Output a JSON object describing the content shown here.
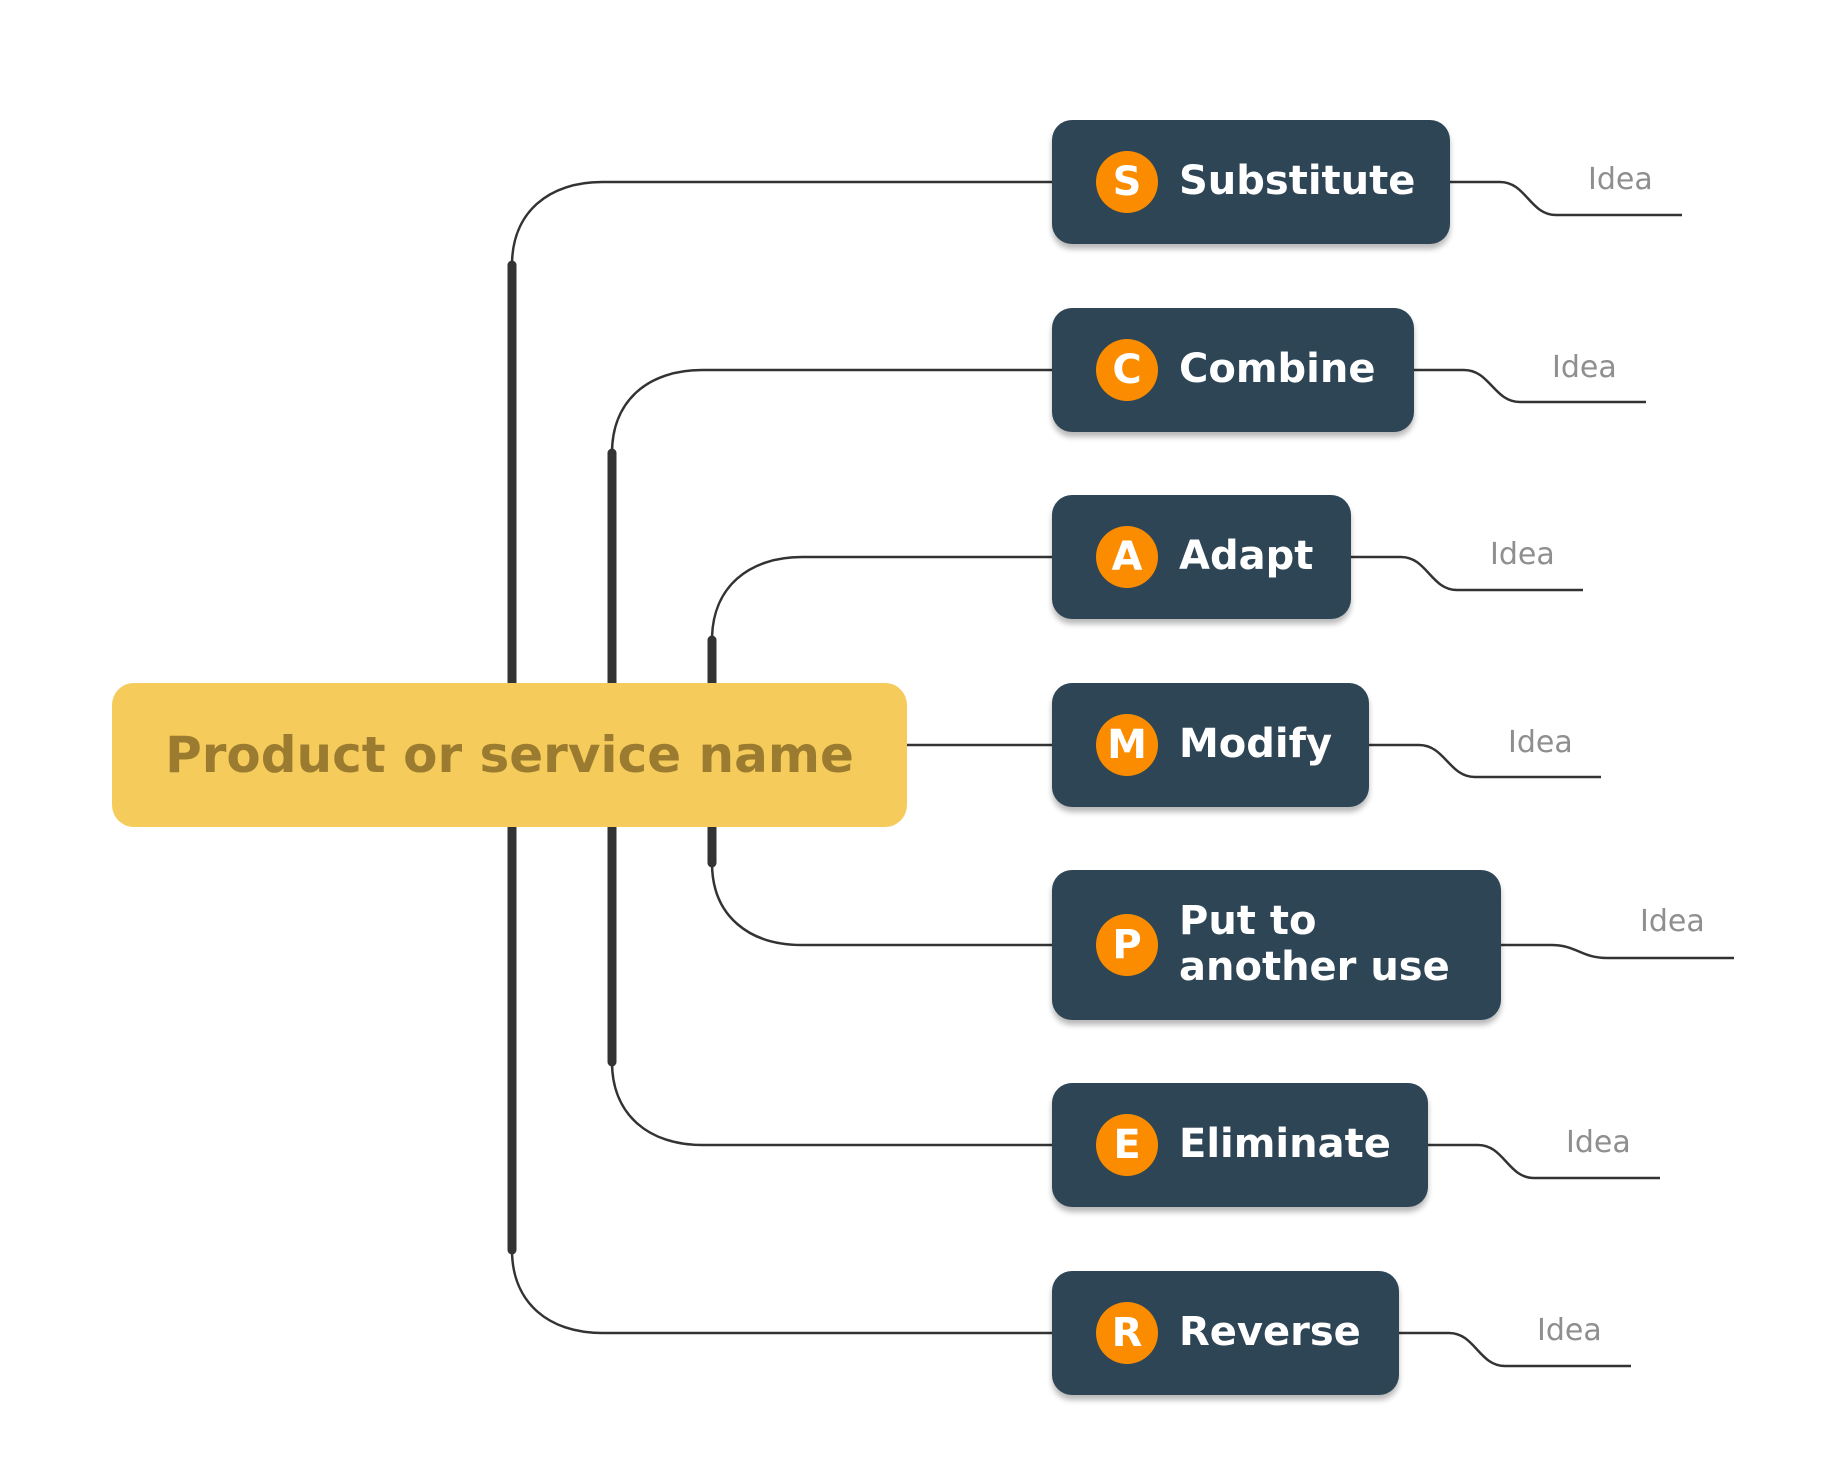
{
  "central": {
    "label": "Product or service name",
    "color": "#f5cb5c",
    "text_color": "#9a7b30"
  },
  "branches": [
    {
      "letter": "S",
      "label": "Substitute",
      "idea": "Idea"
    },
    {
      "letter": "C",
      "label": "Combine",
      "idea": "Idea"
    },
    {
      "letter": "A",
      "label": "Adapt",
      "idea": "Idea"
    },
    {
      "letter": "M",
      "label": "Modify",
      "idea": "Idea"
    },
    {
      "letter": "P",
      "label": "Put to another use",
      "idea": "Idea"
    },
    {
      "letter": "E",
      "label": "Eliminate",
      "idea": "Idea"
    },
    {
      "letter": "R",
      "label": "Reverse",
      "idea": "Idea"
    }
  ],
  "colors": {
    "node_fill": "#2e4556",
    "badge_fill": "#fb8c00",
    "connector": "#333333",
    "idea_text": "#8f8f8f"
  }
}
